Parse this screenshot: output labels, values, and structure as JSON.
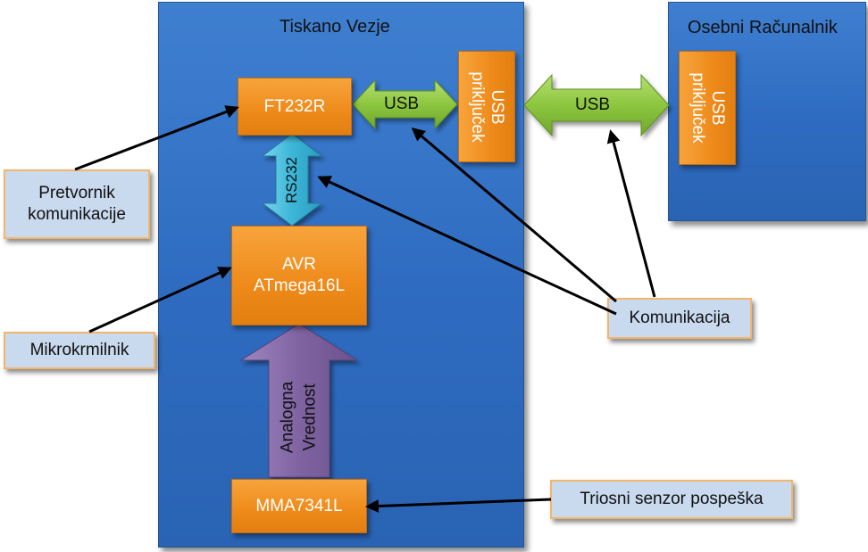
{
  "pcb": {
    "title": "Tiskano Vezje"
  },
  "pc": {
    "title": "Osebni Računalnik",
    "usb_port": "USB priključek"
  },
  "blocks": {
    "ft232r": "FT232R",
    "usb_connector": "USB priključek",
    "avr_line1": "AVR",
    "avr_line2": "ATmega16L",
    "mma": "MMA7341L"
  },
  "arrows": {
    "usb_inner": "USB",
    "usb_outer": "USB",
    "rs232": "RS232",
    "analog_line1": "Analogna",
    "analog_line2": "Vrednost"
  },
  "labels": {
    "converter_line1": "Pretvornik",
    "converter_line2": "komunikacije",
    "microcontroller": "Mikrokrmilnik",
    "communication": "Komunikacija",
    "sensor": "Triosni senzor pospeška"
  },
  "colors": {
    "panel_blue": "#2e6bc0",
    "block_orange": "#ee8a1a",
    "usb_arrow_green": "#8cc63f",
    "rs232_arrow_cyan": "#3cb6d8",
    "analog_arrow_purple": "#8064a2",
    "label_fill": "#c9d9ee",
    "label_border": "#f2b56b"
  }
}
